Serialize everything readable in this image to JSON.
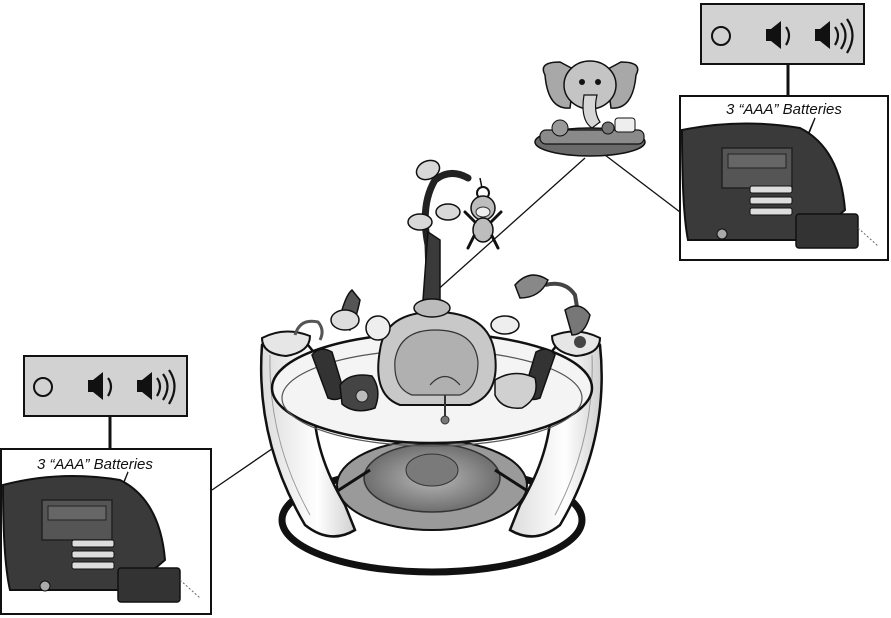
{
  "callouts": [
    {
      "id": "left",
      "battery_label": "3 “AAA” Batteries",
      "switch_positions": [
        "off",
        "low-volume",
        "high-volume"
      ],
      "icons": [
        "off-circle-icon",
        "speaker-low-icon",
        "speaker-high-icon"
      ]
    },
    {
      "id": "right",
      "battery_label": "3 “AAA” Batteries",
      "switch_positions": [
        "off",
        "low-volume",
        "high-volume"
      ],
      "icons": [
        "off-circle-icon",
        "speaker-low-icon",
        "speaker-high-icon"
      ]
    }
  ],
  "colors": {
    "switch_panel": "#d2d2d2",
    "device_body": "#3a3a3a",
    "line": "#111111"
  }
}
